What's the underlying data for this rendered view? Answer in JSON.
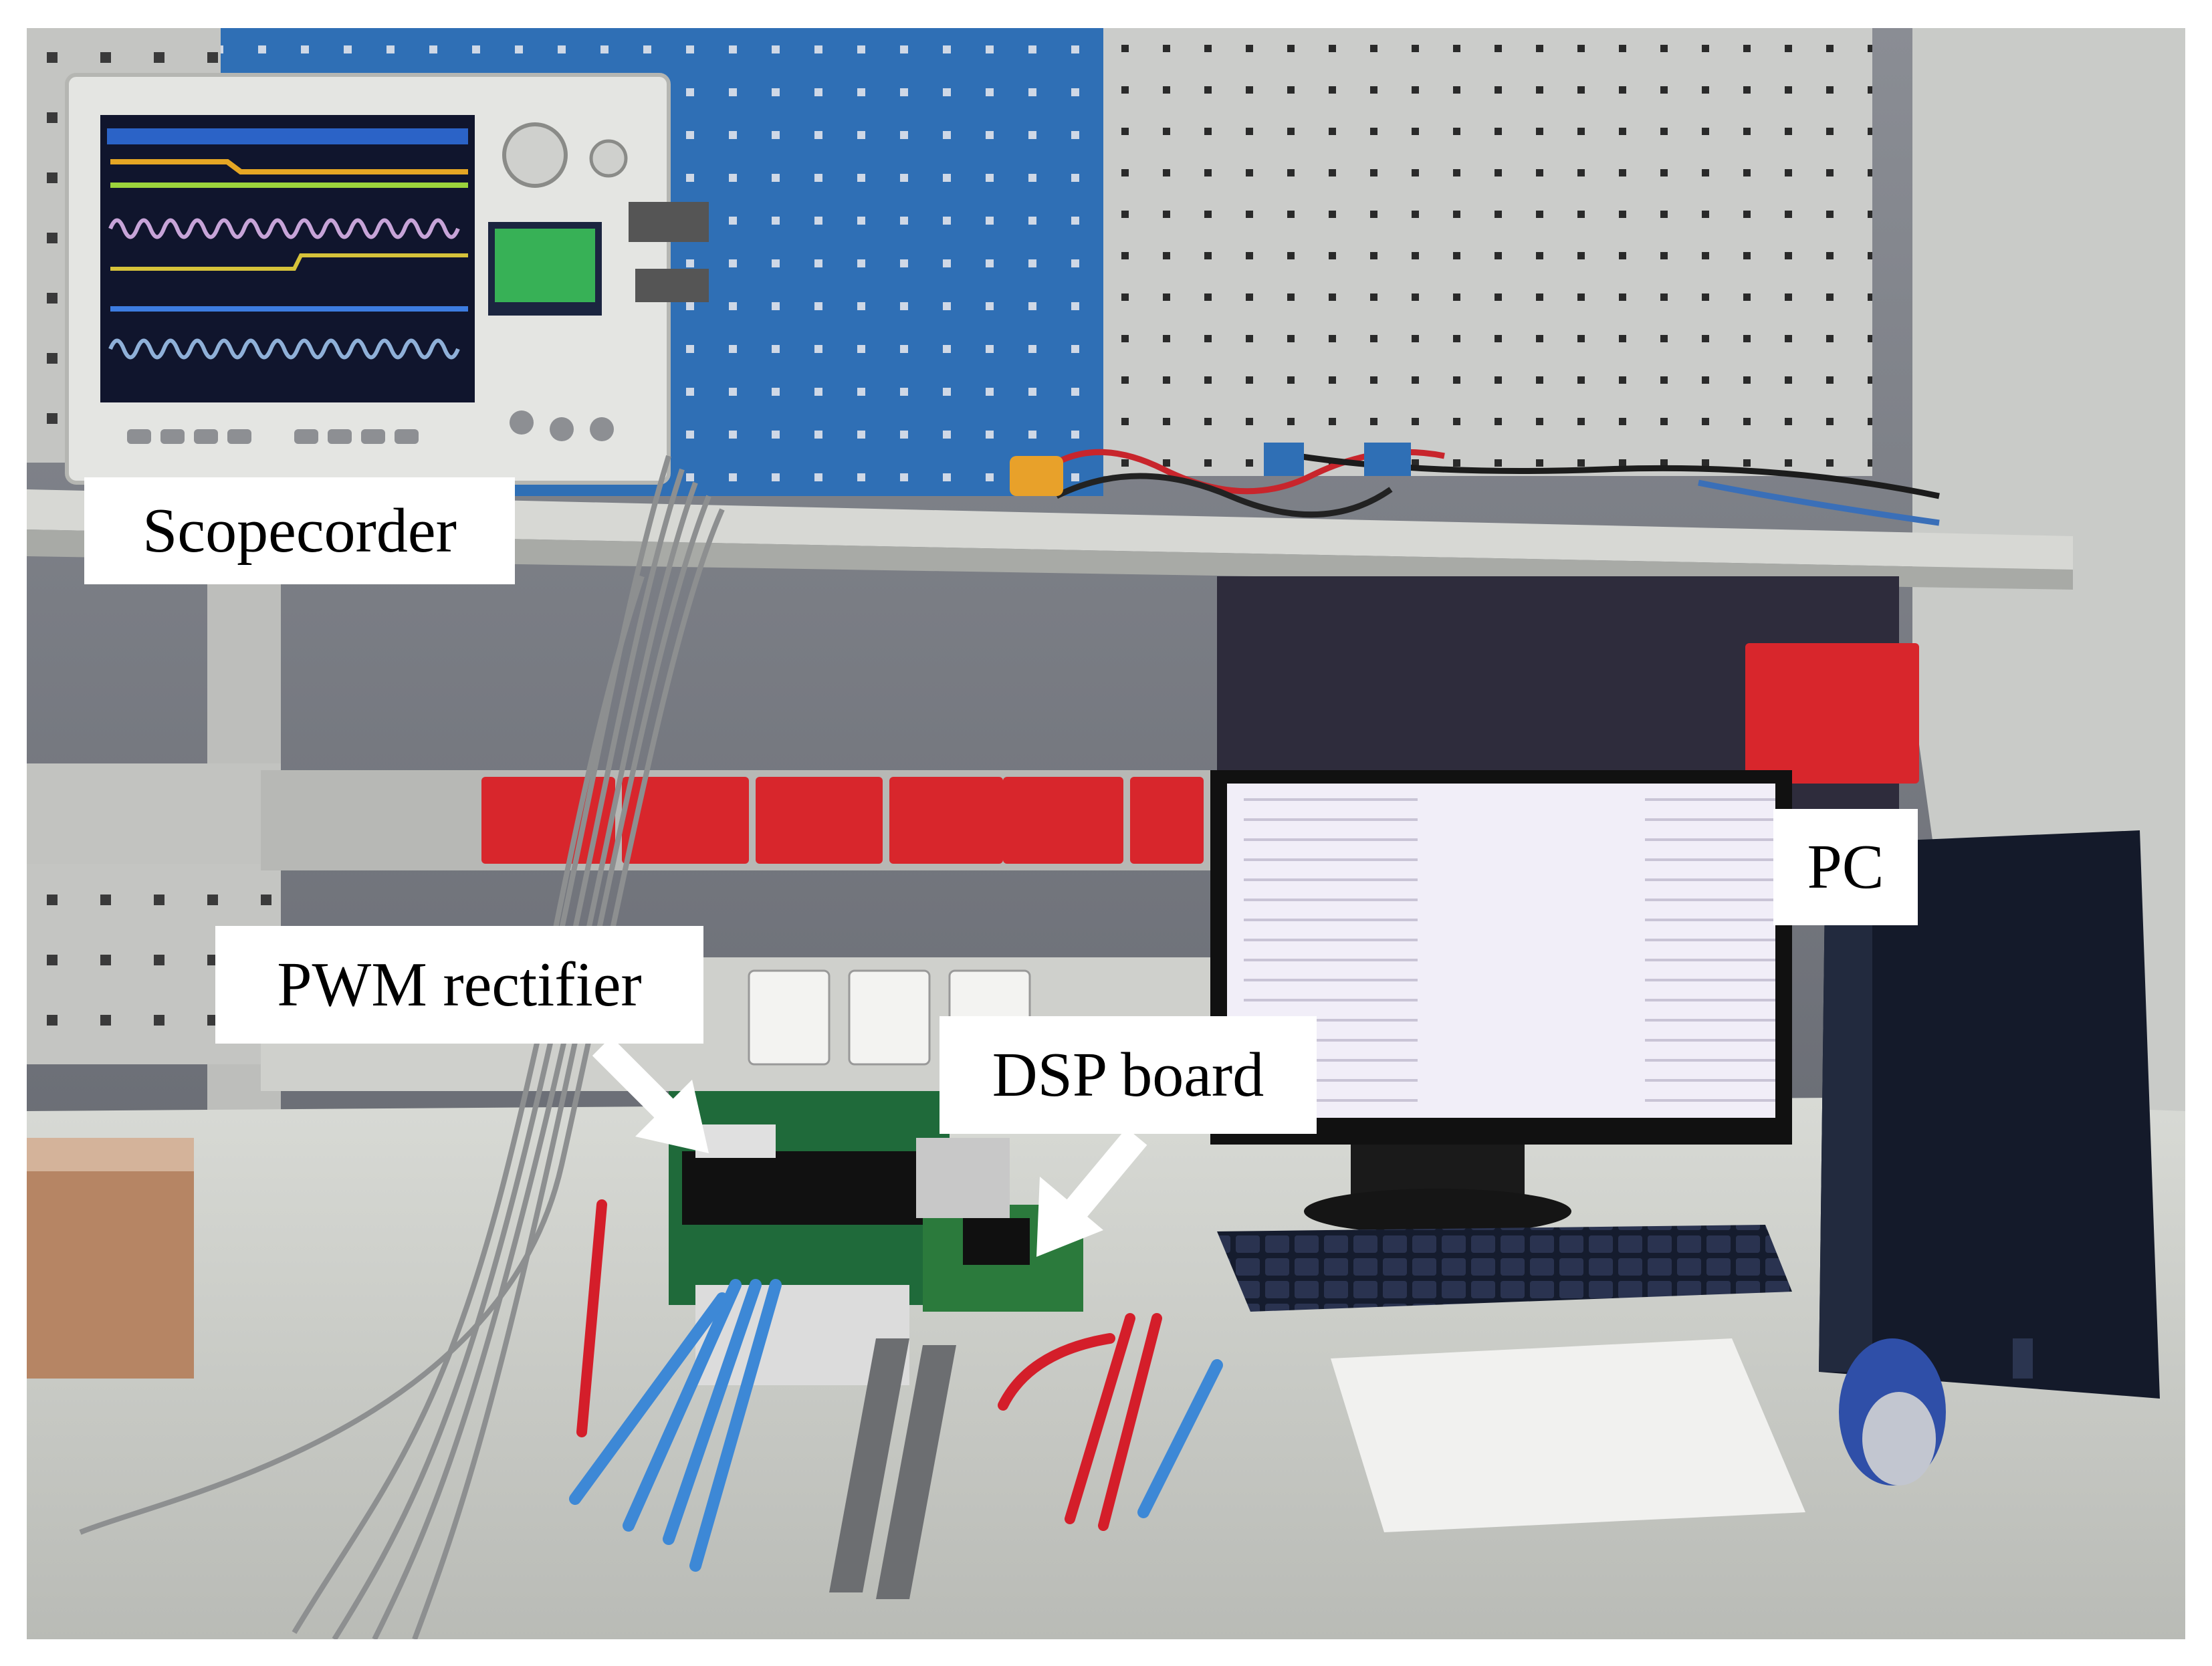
{
  "figure": {
    "labels": {
      "scopecorder": "Scopecorder",
      "pwm_rectifier": "PWM rectifier",
      "dsp_board": "DSP board",
      "pc": "PC"
    }
  },
  "colors": {
    "pegboard_blue": "#2f6fb5",
    "pegboard_grey": "#c9cac8",
    "shelf_grey": "#d7d8d4",
    "bin_red": "#d8262c",
    "monitor_screen": "#f1eef8",
    "desk": "#d3d5d0",
    "probe_blue": "#3d88d6",
    "probe_red": "#d41e2a",
    "pcb_green": "#1f6a3a"
  }
}
